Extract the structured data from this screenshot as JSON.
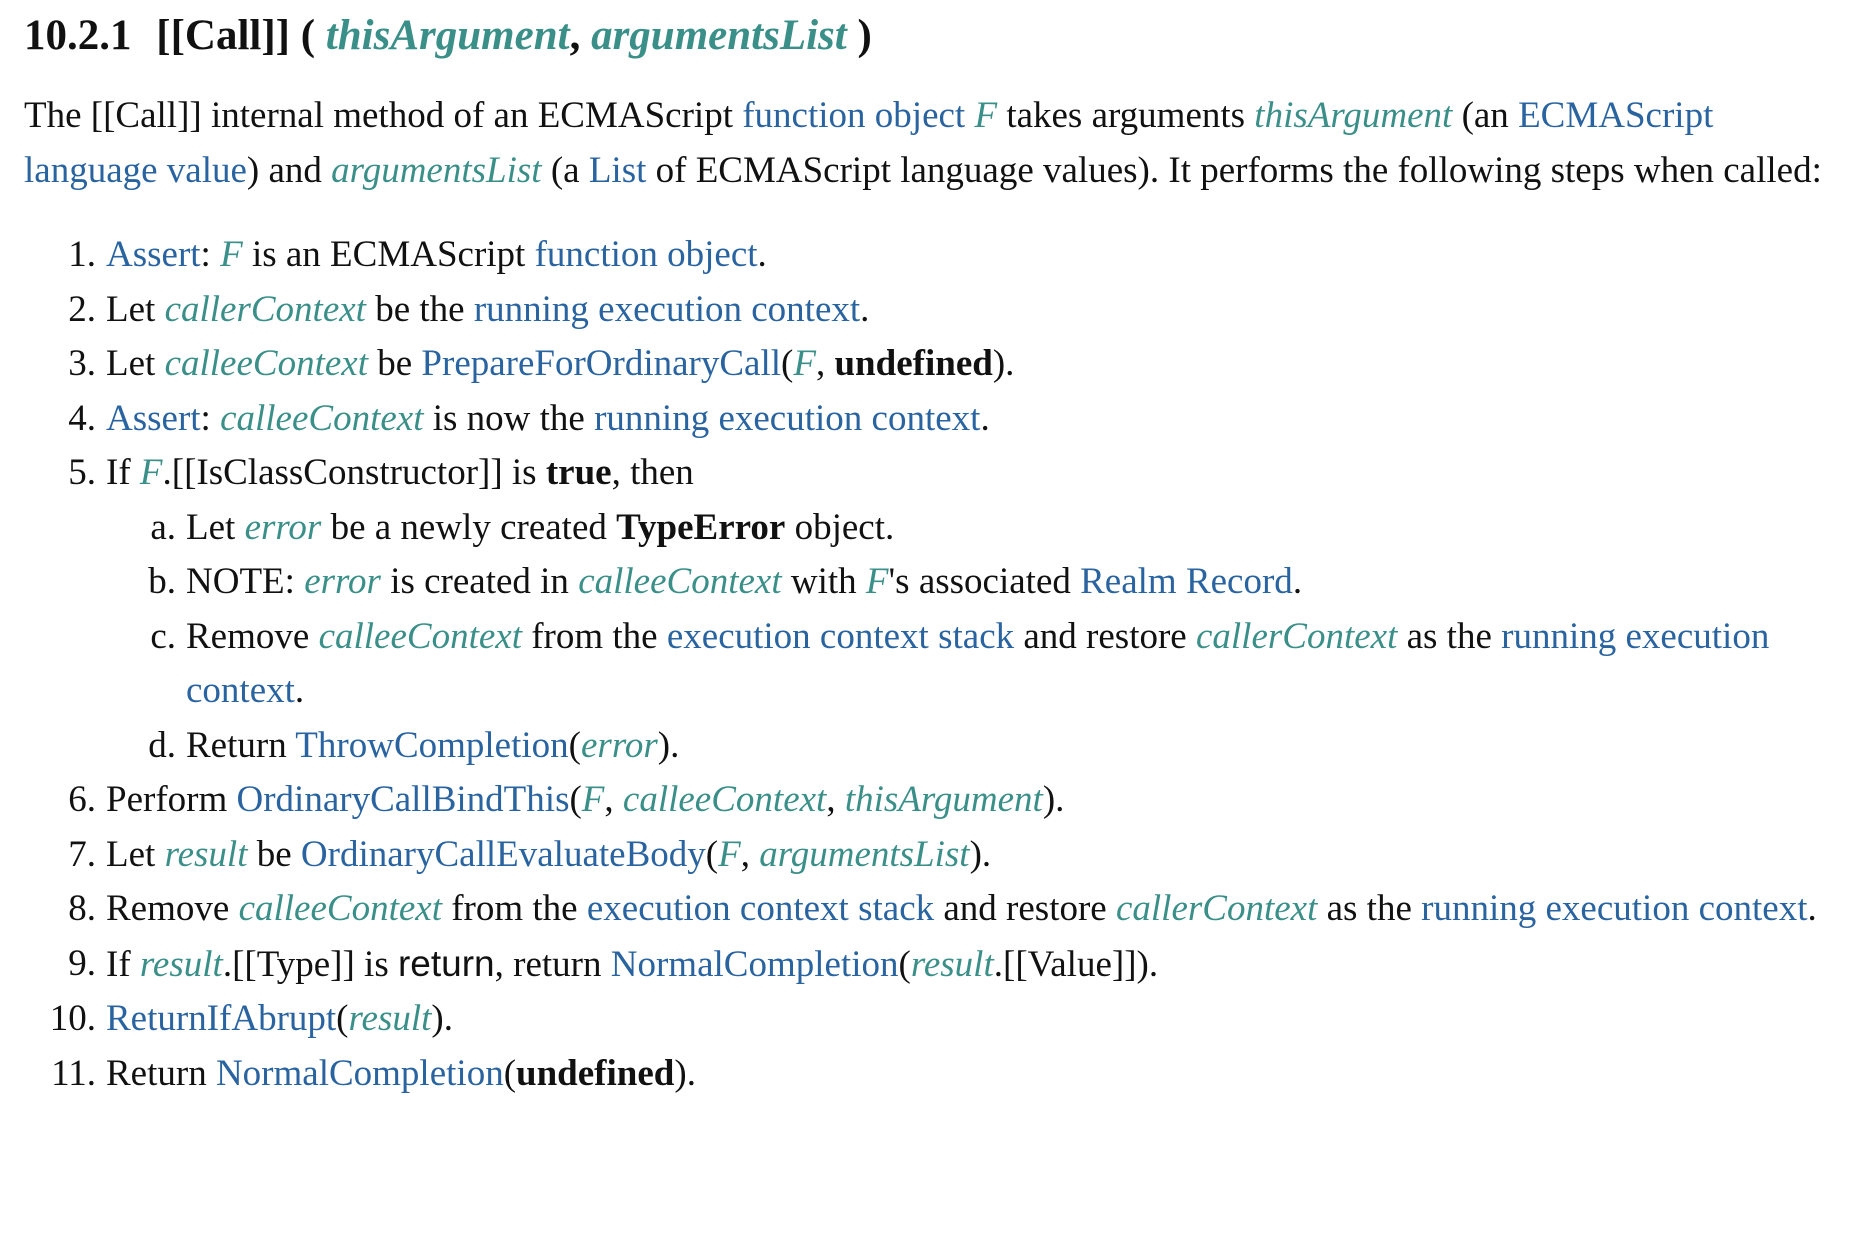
{
  "heading": {
    "number": "10.2.1",
    "method": "[[Call]] (",
    "param1": "thisArgument",
    "comma": ",",
    "param2": "argumentsList",
    "close": ")"
  },
  "intro": {
    "t1": "The [[Call]] internal method of an ECMAScript ",
    "l_function_object": "function object",
    "v_F": "F",
    "t2": " takes arguments ",
    "v_thisArgument": "thisArgument",
    "t3": " (an ",
    "l_lang_value": "ECMAScript language value",
    "t4": ") and ",
    "v_argumentsList": "argumentsList",
    "t5": " (a ",
    "l_list": "List",
    "t6": " of ECMAScript language values). It performs the following steps when called:"
  },
  "steps": {
    "s1": {
      "num": "1.",
      "l_assert": "Assert",
      "t1": ": ",
      "v_F": "F",
      "t2": " is an ECMAScript ",
      "l_function_object": "function object",
      "t3": "."
    },
    "s2": {
      "num": "2.",
      "t1": "Let ",
      "v_callerContext": "callerContext",
      "t2": " be the ",
      "l_running": "running execution context",
      "t3": "."
    },
    "s3": {
      "num": "3.",
      "t1": "Let ",
      "v_calleeContext": "calleeContext",
      "t2": " be ",
      "l_prepare": "PrepareForOrdinaryCall",
      "t3": "(",
      "v_F": "F",
      "t4": ", ",
      "k_undefined": "undefined",
      "t5": ")."
    },
    "s4": {
      "num": "4.",
      "l_assert": "Assert",
      "t1": ": ",
      "v_calleeContext": "calleeContext",
      "t2": " is now the ",
      "l_running": "running execution context",
      "t3": "."
    },
    "s5": {
      "num": "5.",
      "t1": "If ",
      "v_F": "F",
      "t2": ".[[IsClassConstructor]] is ",
      "k_true": "true",
      "t3": ", then",
      "a": {
        "num": "a.",
        "t1": "Let ",
        "v_error": "error",
        "t2": " be a newly created ",
        "k_typeerror": "TypeError",
        "t3": " object."
      },
      "b": {
        "num": "b.",
        "t1": "NOTE: ",
        "v_error": "error",
        "t2": " is created in ",
        "v_calleeContext": "calleeContext",
        "t3": " with ",
        "v_F": "F",
        "t4": "'s associated ",
        "l_realm": "Realm Record",
        "t5": "."
      },
      "c": {
        "num": "c.",
        "t1": "Remove ",
        "v_calleeContext": "calleeContext",
        "t2": " from the ",
        "l_stack": "execution context stack",
        "t3": " and restore ",
        "v_callerContext": "callerContext",
        "t4": " as the ",
        "l_running": "running execution context",
        "t5": "."
      },
      "d": {
        "num": "d.",
        "t1": "Return ",
        "l_throw": "ThrowCompletion",
        "t2": "(",
        "v_error": "error",
        "t3": ")."
      }
    },
    "s6": {
      "num": "6.",
      "t1": "Perform ",
      "l_bindthis": "OrdinaryCallBindThis",
      "t2": "(",
      "v_F": "F",
      "t3": ", ",
      "v_calleeContext": "calleeContext",
      "t4": ", ",
      "v_thisArgument": "thisArgument",
      "t5": ")."
    },
    "s7": {
      "num": "7.",
      "t1": "Let ",
      "v_result": "result",
      "t2": " be ",
      "l_evaluate": "OrdinaryCallEvaluateBody",
      "t3": "(",
      "v_F": "F",
      "t4": ", ",
      "v_argumentsList": "argumentsList",
      "t5": ")."
    },
    "s8": {
      "num": "8.",
      "t1": "Remove ",
      "v_calleeContext": "calleeContext",
      "t2": " from the ",
      "l_stack": "execution context stack",
      "t3": " and restore ",
      "v_callerContext": "callerContext",
      "t4": " as the ",
      "l_running": "running execution context",
      "t5": "."
    },
    "s9": {
      "num": "9.",
      "t1": "If ",
      "v_result": "result",
      "t2": ".[[Type]] is ",
      "m_return": "return",
      "t3": ", return ",
      "l_normal": "NormalCompletion",
      "t4": "(",
      "v_result2": "result",
      "t5": ".[[Value]])."
    },
    "s10": {
      "num": "10.",
      "l_returnif": "ReturnIfAbrupt",
      "t1": "(",
      "v_result": "result",
      "t2": ")."
    },
    "s11": {
      "num": "11.",
      "t1": "Return ",
      "l_normal": "NormalCompletion",
      "t2": "(",
      "k_undefined": "undefined",
      "t3": ")."
    }
  }
}
